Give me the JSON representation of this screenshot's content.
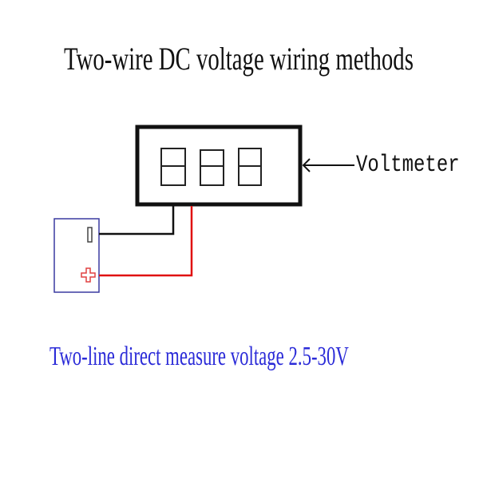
{
  "title": "Two-wire DC voltage wiring methods",
  "voltmeter_label": "Voltmeter",
  "caption": "Two-line direct measure voltage 2.5-30V",
  "colors": {
    "positive_wire": "#e01010",
    "negative_wire": "#111111",
    "battery_outline": "#3a3aa0",
    "caption": "#2b2bd8"
  }
}
